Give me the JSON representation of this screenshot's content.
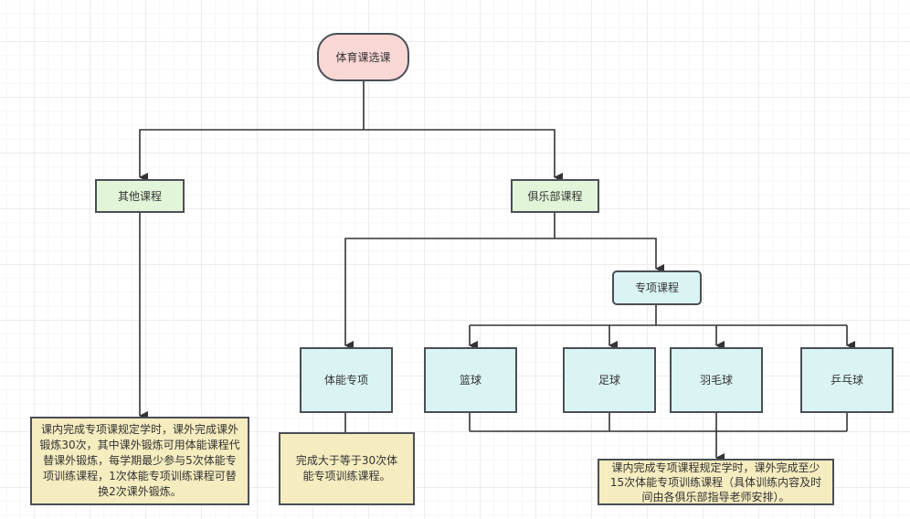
{
  "diagram": {
    "title": "体育课选课",
    "nodes": {
      "start": "体育课选课",
      "other_courses": "其他课程",
      "club_courses": "俱乐部课程",
      "special_courses": "专项课程",
      "fitness": "体能专项",
      "basketball": "篮球",
      "football": "足球",
      "badminton": "羽毛球",
      "pingpong": "乒乓球"
    },
    "notes": {
      "other_courses_note": "课内完成专项课规定学时，课外完成课外锻炼30次，其中课外锻炼可用体能课程代替课外锻炼，每学期最少参与5次体能专项训练课程，1次体能专项训练课程可替换2次课外锻炼。",
      "fitness_note": "完成大于等于30次体能专项训练课程。",
      "sports_note": "课内完成专项课程规定学时，课外完成至少15次体能专项训练课程（具体训练内容及时间由各俱乐部指导老师安排）。"
    },
    "edges": [
      {
        "from": "体育课选课",
        "to": "其他课程"
      },
      {
        "from": "体育课选课",
        "to": "俱乐部课程"
      },
      {
        "from": "其他课程",
        "to": "课内完成专项课规定学时…"
      },
      {
        "from": "俱乐部课程",
        "to": "体能专项"
      },
      {
        "from": "俱乐部课程",
        "to": "专项课程"
      },
      {
        "from": "专项课程",
        "to": "篮球"
      },
      {
        "from": "专项课程",
        "to": "足球"
      },
      {
        "from": "专项课程",
        "to": "羽毛球"
      },
      {
        "from": "专项课程",
        "to": "乒乓球"
      },
      {
        "from": "体能专项",
        "to": "完成大于等于30次…"
      },
      {
        "from": "篮球/足球/羽毛球/乒乓球",
        "to": "课内完成专项课程规定学时…"
      }
    ],
    "colors": {
      "start_fill": "#f8d7d5",
      "category_fill": "#e3f5d9",
      "course_fill": "#daf4f4",
      "note_fill": "#f5ecbf",
      "stroke": "#4a4f55"
    }
  }
}
